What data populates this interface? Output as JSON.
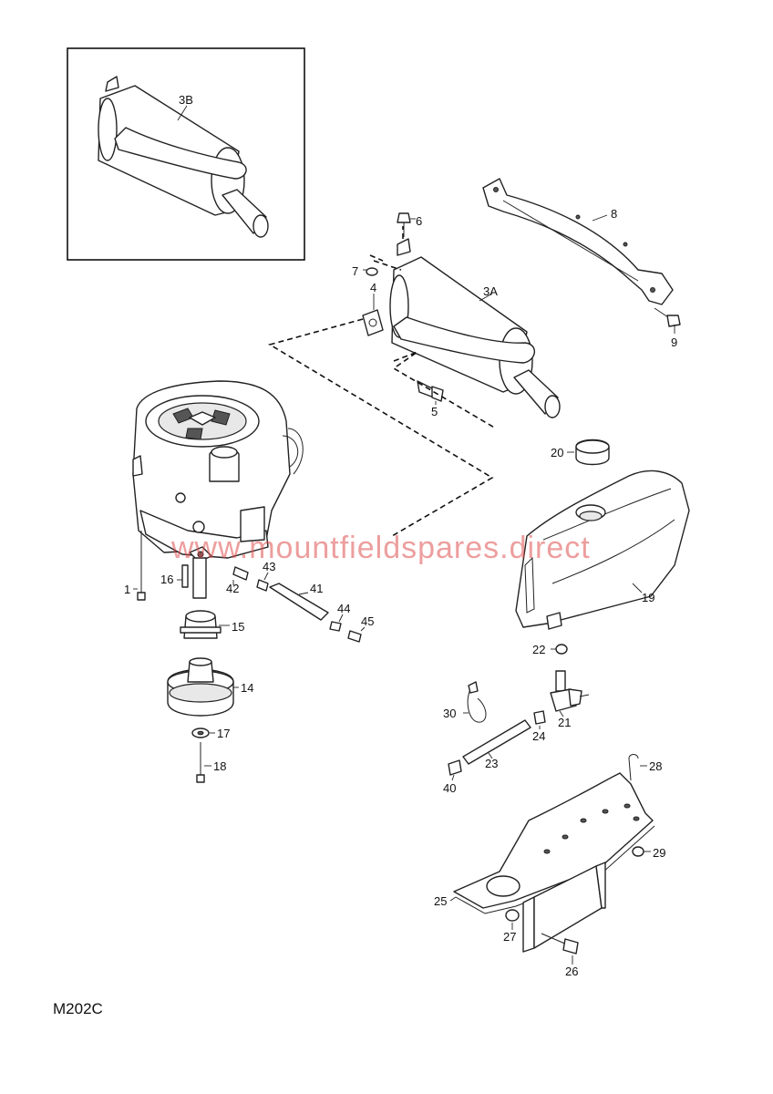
{
  "diagram": {
    "code": "M202C",
    "watermark": "www.mountfieldspares.direct",
    "labels": {
      "p1": "1",
      "p3A": "3A",
      "p3B": "3B",
      "p4": "4",
      "p5": "5",
      "p6": "6",
      "p7": "7",
      "p8": "8",
      "p9": "9",
      "p14": "14",
      "p15": "15",
      "p16": "16",
      "p17": "17",
      "p18": "18",
      "p19": "19",
      "p20": "20",
      "p21": "21",
      "p22": "22",
      "p23": "23",
      "p24": "24",
      "p25": "25",
      "p26": "26",
      "p27": "27",
      "p28": "28",
      "p29": "29",
      "p30": "30",
      "p40": "40",
      "p41": "41",
      "p42": "42",
      "p43": "43",
      "p44": "44",
      "p45": "45"
    }
  }
}
